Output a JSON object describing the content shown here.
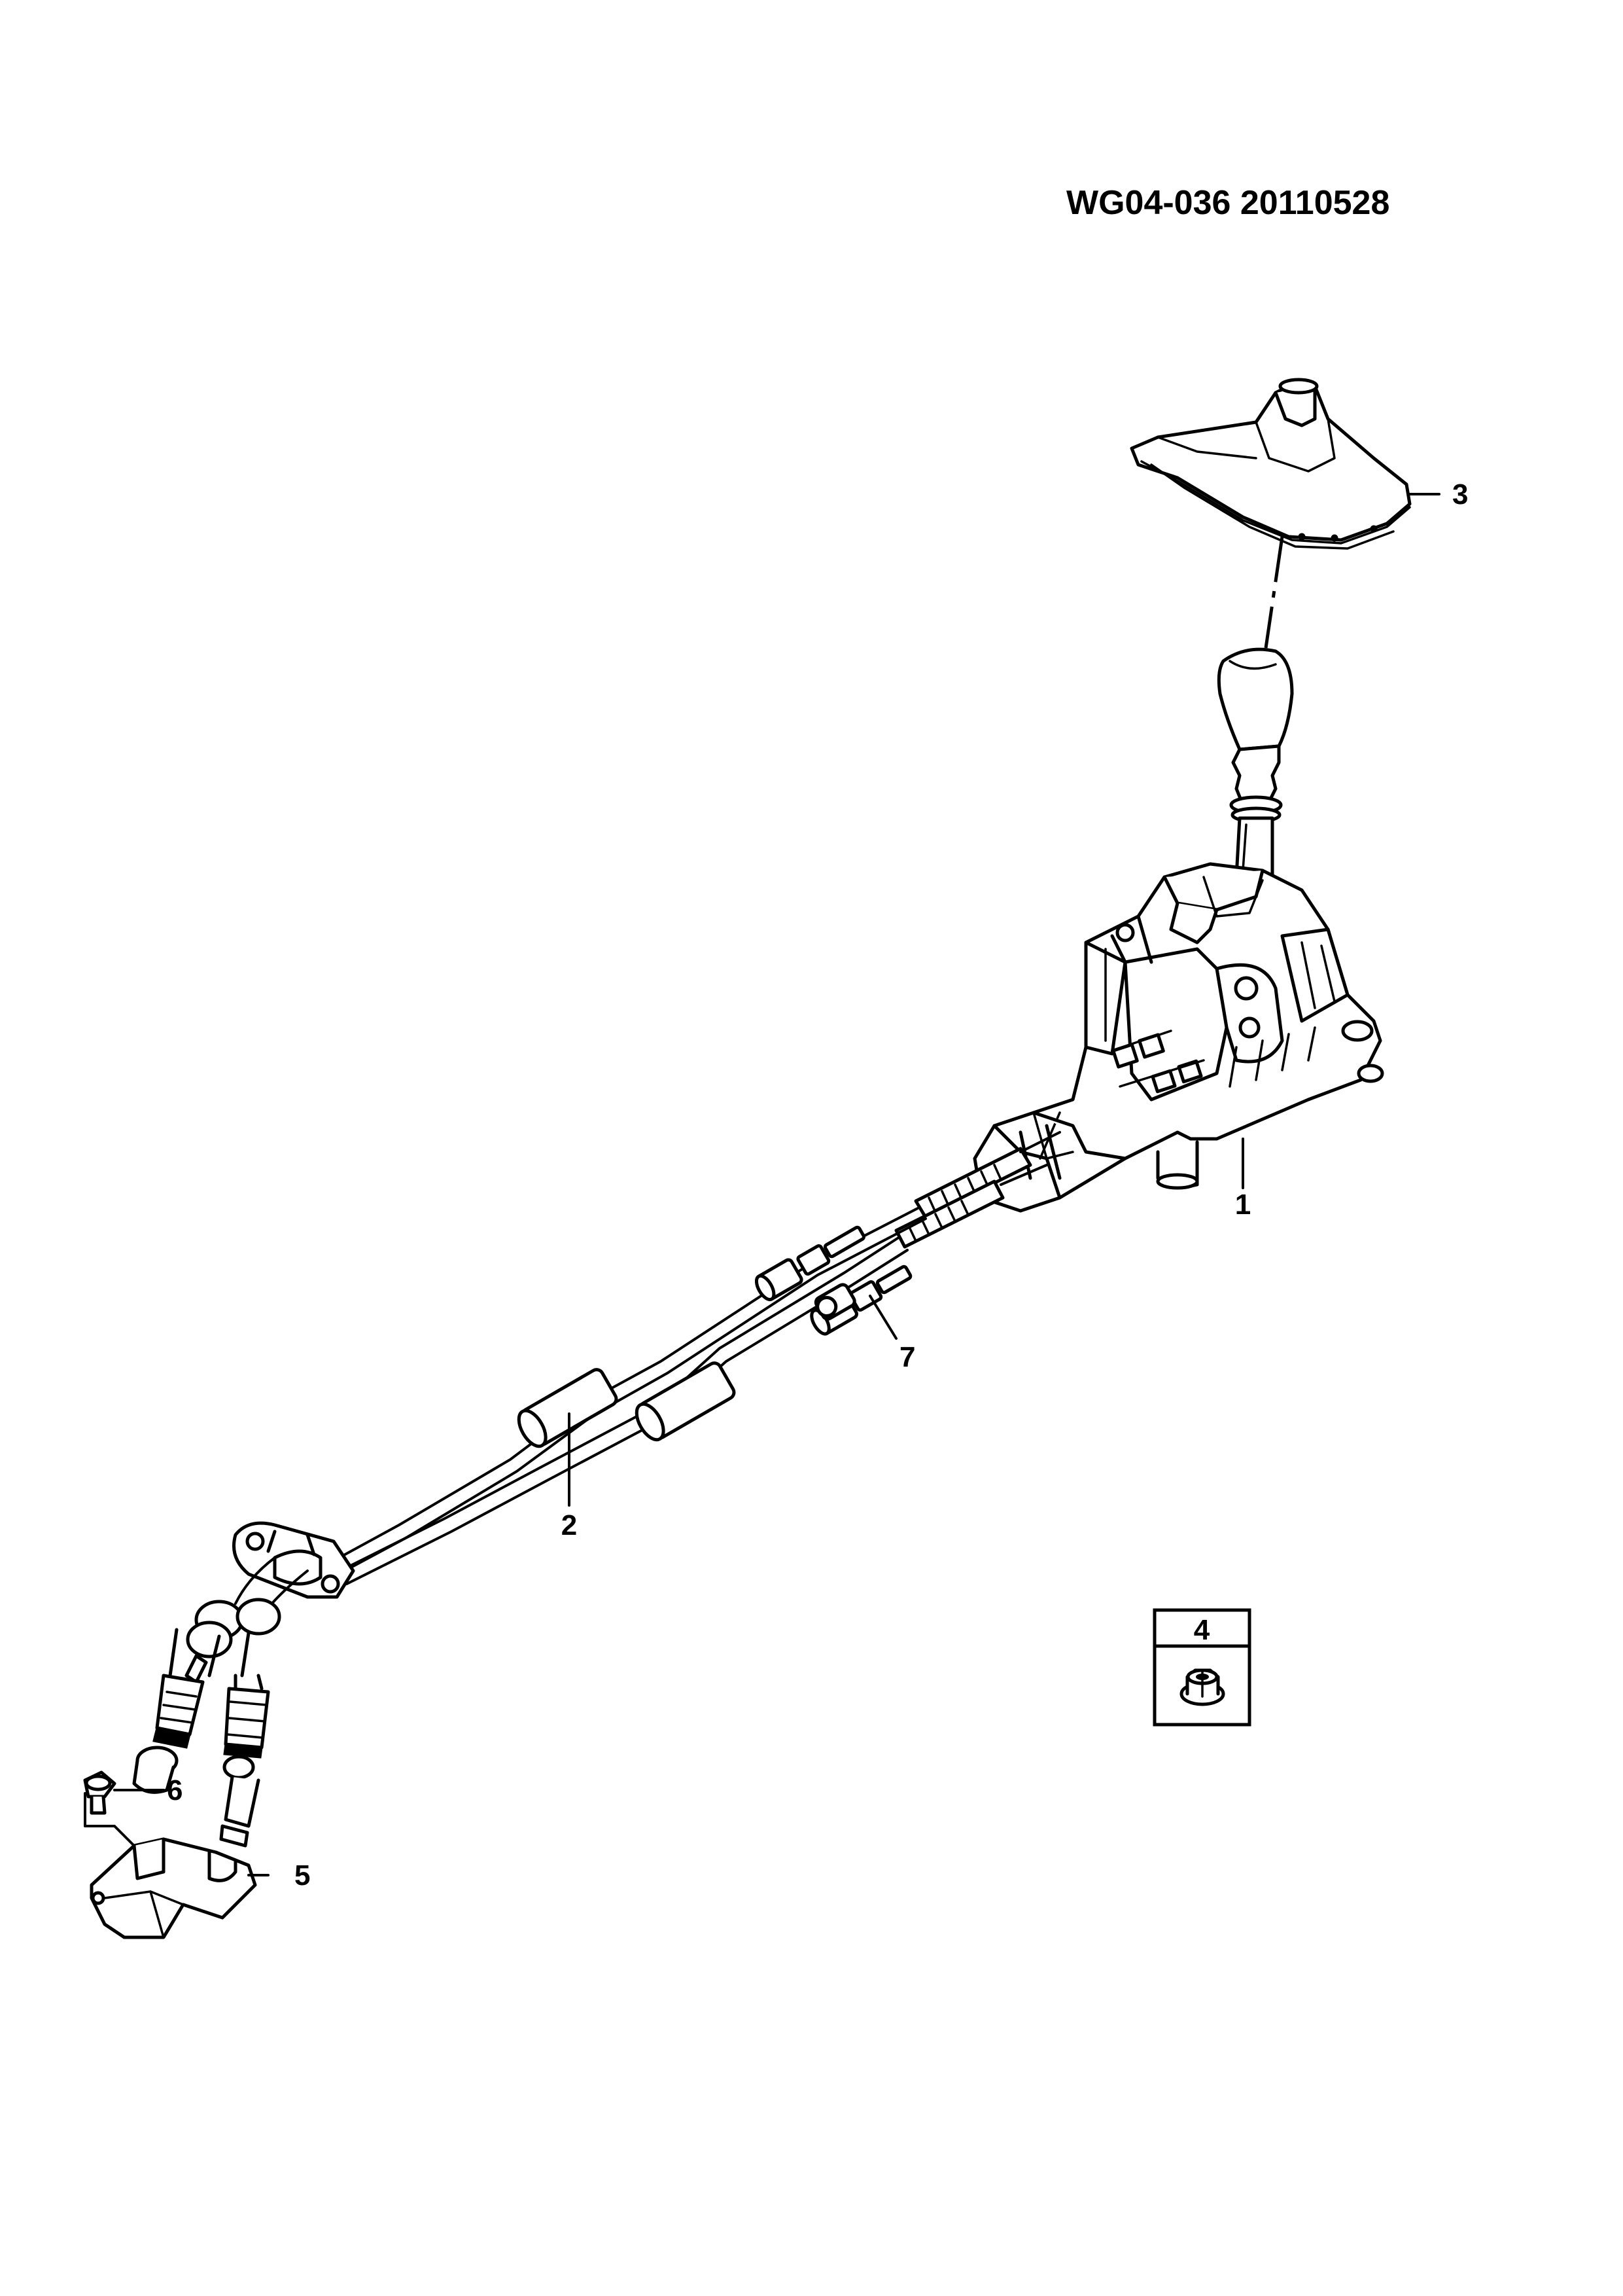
{
  "document": {
    "code": "WG04-036 20110528"
  },
  "callouts": [
    {
      "id": "1",
      "label": "1",
      "part": "gear-shift-control-assembly"
    },
    {
      "id": "2",
      "label": "2",
      "part": "shift-cable-pair"
    },
    {
      "id": "3",
      "label": "3",
      "part": "shift-boot-cover"
    },
    {
      "id": "4",
      "label": "4",
      "part": "nut"
    },
    {
      "id": "5",
      "label": "5",
      "part": "cable-mounting-bracket"
    },
    {
      "id": "6",
      "label": "6",
      "part": "bolt"
    },
    {
      "id": "7",
      "label": "7",
      "part": "cable-retainer-clip"
    }
  ],
  "inset": {
    "header_label": "4",
    "icon": "flange-nut-icon"
  }
}
